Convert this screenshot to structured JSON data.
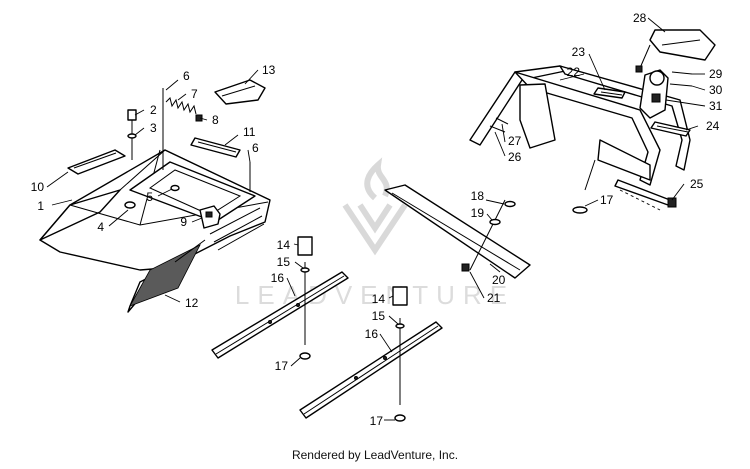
{
  "diagram": {
    "callouts": {
      "c1": "1",
      "c2": "2",
      "c3": "3",
      "c4": "4",
      "c5": "5",
      "c6a": "6",
      "c6b": "6",
      "c7": "7",
      "c8": "8",
      "c9": "9",
      "c10": "10",
      "c11": "11",
      "c12": "12",
      "c13": "13",
      "c14a": "14",
      "c14b": "14",
      "c15a": "15",
      "c15b": "15",
      "c16a": "16",
      "c16b": "16",
      "c17a": "17",
      "c17b": "17",
      "c17c": "17",
      "c18": "18",
      "c19": "19",
      "c20": "20",
      "c21": "21",
      "c22": "22",
      "c23": "23",
      "c24": "24",
      "c25": "25",
      "c26": "26",
      "c27": "27",
      "c28": "28",
      "c29": "29",
      "c30": "30",
      "c31": "31"
    },
    "watermark": "LEADVENTURE"
  },
  "footer": {
    "text": "Rendered by LeadVenture, Inc."
  }
}
